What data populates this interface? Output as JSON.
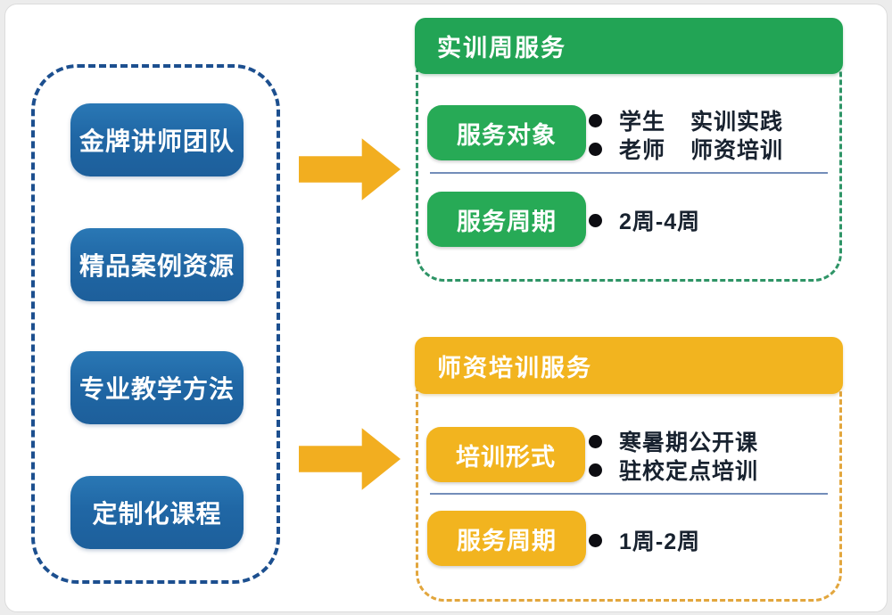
{
  "colors": {
    "blue_box": "#2067a5",
    "navy_dash_border": "#1c4f8f",
    "green": "#22a455",
    "green_dash_border": "#2e9466",
    "yellow": "#f2b41f",
    "yellow_dash_border": "#e2a63d",
    "arrow": "#f2ae20",
    "separator_line": "#5b79ad",
    "bullet_dot": "#0d0d12",
    "bullet_text": "#18222f"
  },
  "left_panel": {
    "items": [
      {
        "label": "金牌讲师团队"
      },
      {
        "label": "精品案例资源"
      },
      {
        "label": "专业教学方法"
      },
      {
        "label": "定制化课程"
      }
    ]
  },
  "sections": [
    {
      "title": "实训周服务",
      "rows": [
        {
          "label": "服务对象",
          "lines": [
            {
              "c1": "学生",
              "c2": "实训实践"
            },
            {
              "c1": "老师",
              "c2": "师资培训"
            }
          ]
        },
        {
          "label": "服务周期",
          "lines": [
            {
              "c1": "2周-4周",
              "c2": ""
            }
          ]
        }
      ]
    },
    {
      "title": "师资培训服务",
      "rows": [
        {
          "label": "培训形式",
          "lines": [
            {
              "c1": "寒暑期公开课",
              "c2": ""
            },
            {
              "c1": "驻校定点培训",
              "c2": ""
            }
          ]
        },
        {
          "label": "服务周期",
          "lines": [
            {
              "c1": "1周-2周",
              "c2": ""
            }
          ]
        }
      ]
    }
  ]
}
